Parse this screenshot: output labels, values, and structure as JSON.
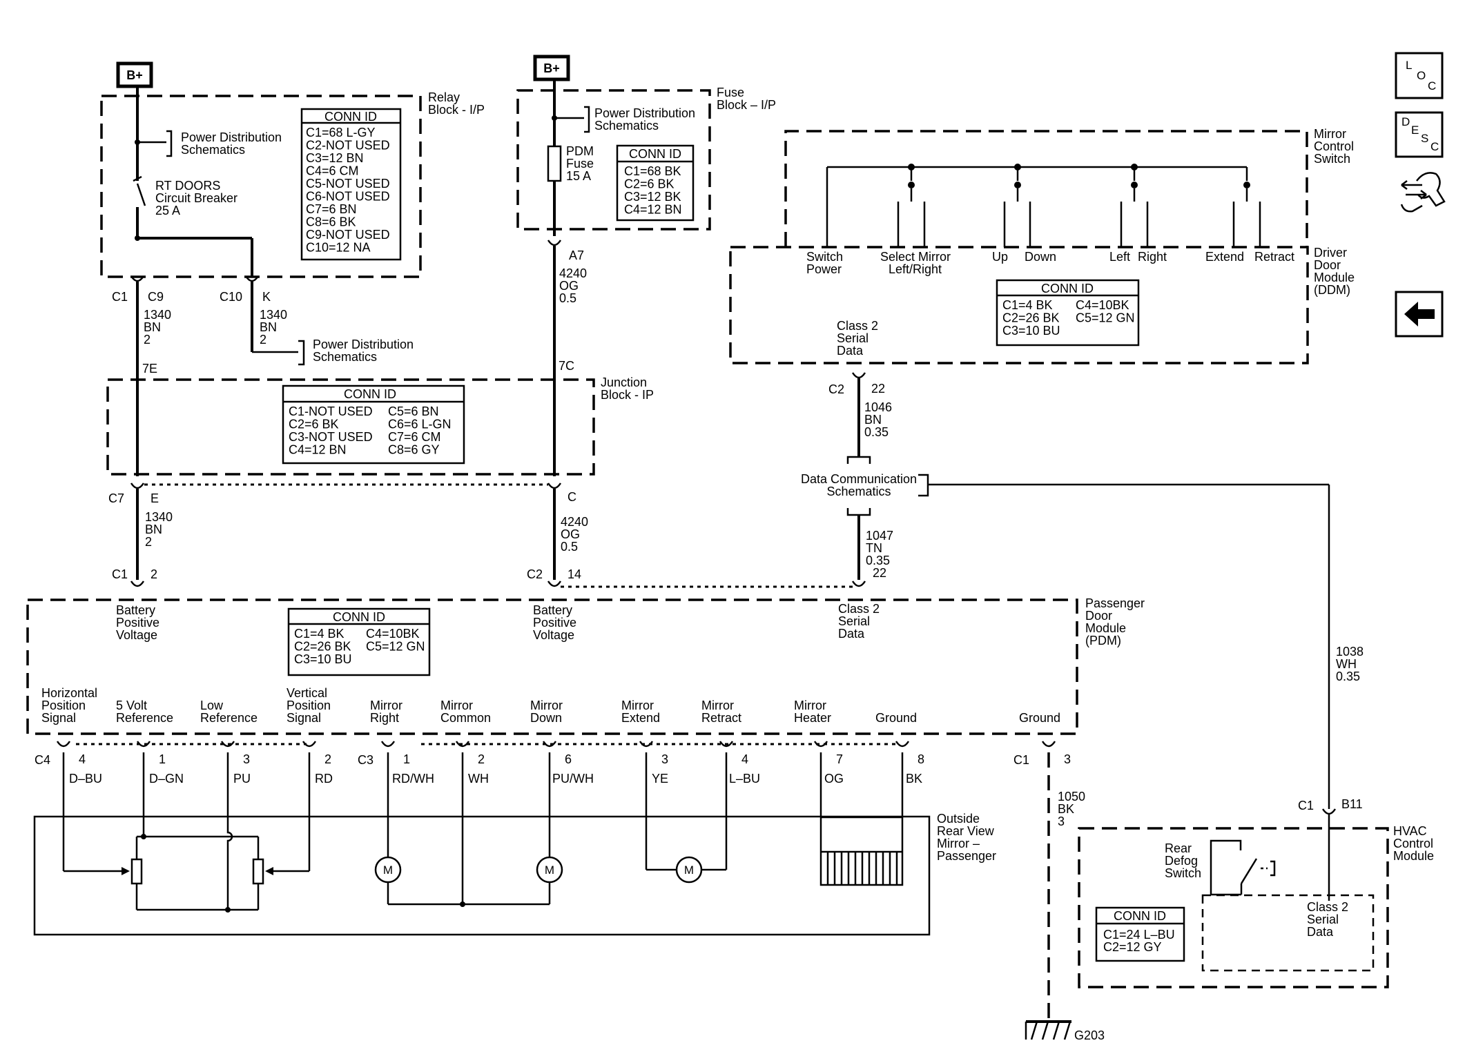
{
  "nav": {
    "loc": [
      "L",
      "O",
      "C"
    ],
    "desc": [
      "D",
      "E",
      "S",
      "C"
    ],
    "back_icon": "arrow-left-icon",
    "tools_icon": "tools-icon"
  },
  "relay_block": {
    "bplus": "B+",
    "title": [
      "Relay",
      "Block - I/P"
    ],
    "pds": [
      "Power Distribution",
      "Schematics"
    ],
    "cb": [
      "RT DOORS",
      "Circuit Breaker",
      "25 A"
    ],
    "conn_title": "CONN ID",
    "conn": [
      "C1=68 L-GY",
      "C2-NOT USED",
      "C3=12 BN",
      "C4=6 CM",
      "C5-NOT USED",
      "C6-NOT USED",
      "C7=6 BN",
      "C8=6 BK",
      "C9-NOT USED",
      "C10=12 NA"
    ],
    "pin_c1": "C1",
    "pin_c9": "C9",
    "pin_c10": "C10",
    "pin_k": "K",
    "wire_left": [
      "1340",
      "BN",
      "2"
    ],
    "wire_right": [
      "1340",
      "BN",
      "2"
    ],
    "pds2": [
      "Power Distribution",
      "Schematics"
    ]
  },
  "fuse_block": {
    "bplus": "B+",
    "title": [
      "Fuse",
      "Block – I/P"
    ],
    "pds": [
      "Power Distribution",
      "Schematics"
    ],
    "fuse": [
      "PDM",
      "Fuse",
      "15 A"
    ],
    "conn_title": "CONN ID",
    "conn": [
      "C1=68 BK",
      "C2=6 BK",
      "C3=12 BK",
      "C4=12 BN"
    ],
    "pin_a7": "A7",
    "wire": [
      "4240",
      "OG",
      "0.5"
    ]
  },
  "junction_block": {
    "title": [
      "Junction",
      "Block - IP"
    ],
    "pin_7e": "7E",
    "pin_7c": "7C",
    "conn_title": "CONN ID",
    "conn_left": [
      "C1-NOT USED",
      "C2=6 BK",
      "C3-NOT USED",
      "C4=12 BN"
    ],
    "conn_right": [
      "C5=6 BN",
      "C6=6 L-GN",
      "C7=6 CM",
      "C8=6 GY"
    ],
    "pin_c7": "C7",
    "pin_e": "E",
    "pin_c": "C",
    "wire_left": [
      "1340",
      "BN",
      "2"
    ],
    "wire_right": [
      "4240",
      "OG",
      "0.5"
    ]
  },
  "mirror_switch": {
    "title": [
      "Mirror",
      "Control",
      "Switch"
    ],
    "labels": [
      "Switch",
      "Power",
      "Select Mirror",
      "Left/Right",
      "Up",
      "Down",
      "Left",
      "Right",
      "Extend",
      "Retract"
    ]
  },
  "ddm": {
    "title": [
      "Driver",
      "Door",
      "Module",
      "(DDM)"
    ],
    "conn_title": "CONN ID",
    "conn_left": [
      "C1=4 BK",
      "C2=26 BK",
      "C3=10 BU"
    ],
    "conn_right": [
      "C4=10BK",
      "C5=12 GN"
    ],
    "serial": [
      "Class 2",
      "Serial",
      "Data"
    ],
    "pin_c2": "C2",
    "pin_22": "22",
    "wire": [
      "1046",
      "BN",
      "0.35"
    ]
  },
  "dcs": {
    "label": [
      "Data Communication",
      "Schematics"
    ],
    "wire": [
      "1047",
      "TN",
      "0.35"
    ],
    "pin_22": "22",
    "wire_hvac": [
      "1038",
      "WH",
      "0.35"
    ]
  },
  "pdm": {
    "title": [
      "Passenger",
      "Door",
      "Module",
      "(PDM)"
    ],
    "pin_c1": "C1",
    "pin_2": "2",
    "pin_c2": "C2",
    "pin_14": "14",
    "bat1": [
      "Battery",
      "Positive",
      "Voltage"
    ],
    "bat2": [
      "Battery",
      "Positive",
      "Voltage"
    ],
    "serial": [
      "Class 2",
      "Serial",
      "Data"
    ],
    "conn_title": "CONN ID",
    "conn_left": [
      "C1=4 BK",
      "C2=26 BK",
      "C3=10 BU"
    ],
    "conn_right": [
      "C4=10BK",
      "C5=12 GN"
    ],
    "sig": [
      [
        "Horizontal",
        "Position",
        "Signal"
      ],
      [
        "5 Volt",
        "Reference"
      ],
      [
        "Low",
        "Reference"
      ],
      [
        "Vertical",
        "Position",
        "Signal"
      ],
      [
        "Mirror",
        "Right"
      ],
      [
        "Mirror",
        "Common"
      ],
      [
        "Mirror",
        "Down"
      ],
      [
        "Mirror",
        "Extend"
      ],
      [
        "Mirror",
        "Retract"
      ],
      [
        "Mirror",
        "Heater"
      ],
      [
        "Ground"
      ],
      [
        "Ground"
      ]
    ],
    "conn_c4": "C4",
    "conn_c3": "C3",
    "conn_c1": "C1",
    "pins": [
      "4",
      "1",
      "3",
      "2",
      "1",
      "2",
      "6",
      "3",
      "4",
      "7",
      "8",
      "3"
    ],
    "colors": [
      "D–BU",
      "D–GN",
      "PU",
      "RD",
      "RD/WH",
      "WH",
      "PU/WH",
      "YE",
      "L–BU",
      "OG",
      "BK"
    ],
    "ground_wire": [
      "1050",
      "BK",
      "3"
    ],
    "ground_id": "G203"
  },
  "mirror": {
    "title": [
      "Outside",
      "Rear View",
      "Mirror –",
      "Passenger"
    ],
    "motor": "M"
  },
  "hvac": {
    "title": [
      "HVAC",
      "Control",
      "Module"
    ],
    "pin_c1": "C1",
    "pin_b11": "B11",
    "defog": [
      "Rear",
      "Defog",
      "Switch"
    ],
    "serial": [
      "Class 2",
      "Serial",
      "Data"
    ],
    "conn_title": "CONN ID",
    "conn": [
      "C1=24 L–BU",
      "C2=12 GY"
    ]
  }
}
